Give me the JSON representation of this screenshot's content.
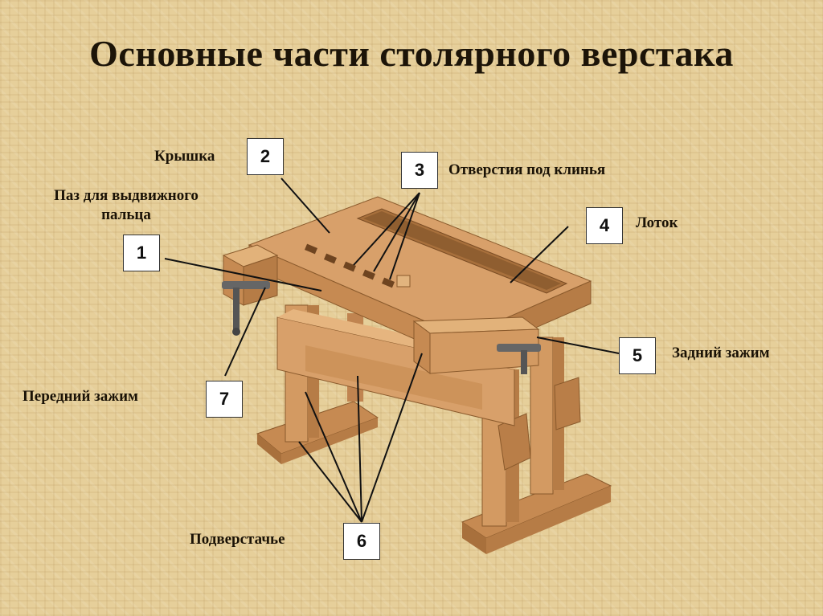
{
  "title": "Основные части столярного верстака",
  "labels": {
    "lid": "Крышка",
    "slot_line1": "Паз для выдвижного",
    "slot_line2": "пальца",
    "wedge_holes": "Отверстия под клинья",
    "tray": "Лоток",
    "rear_clamp": "Задний зажим",
    "front_clamp": "Передний зажим",
    "underbench": "Подверстачье"
  },
  "numbers": {
    "n1": "1",
    "n2": "2",
    "n3": "3",
    "n4": "4",
    "n5": "5",
    "n6": "6",
    "n7": "7"
  },
  "colors": {
    "wood_top": "#d8a06a",
    "wood_side": "#c68a52",
    "wood_dark": "#a8703c",
    "leader": "#111111"
  }
}
